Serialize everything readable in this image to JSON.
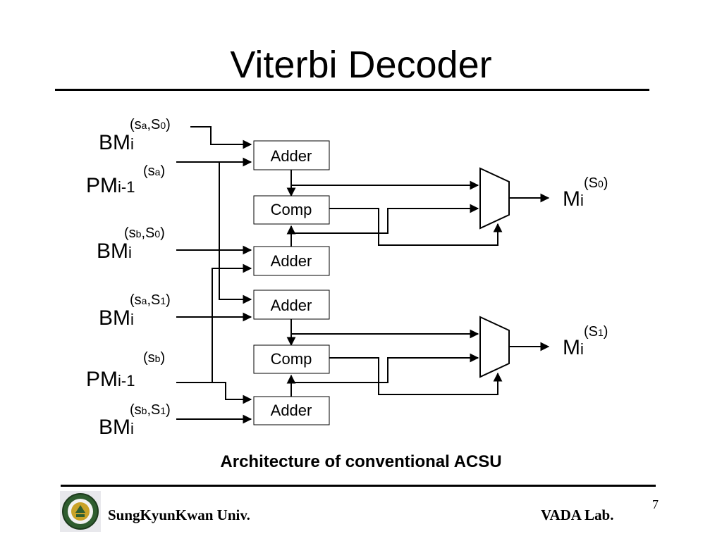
{
  "slide": {
    "title": "Viterbi Decoder",
    "caption": "Architecture of conventional ACSU",
    "page_number": "7"
  },
  "footer": {
    "left_text": "SungKyunKwan Univ.",
    "right_text": "VADA Lab."
  },
  "diagram": {
    "inputs": [
      {
        "main": "BM",
        "sub": "i",
        "sup": [
          "(s",
          "a",
          ",S",
          "0",
          ")"
        ]
      },
      {
        "main": "PM",
        "sub": "i-1",
        "sup": [
          "(s",
          "a",
          ")"
        ]
      },
      {
        "main": "BM",
        "sub": "i",
        "sup": [
          "(s",
          "b",
          ",S",
          "0",
          ")"
        ]
      },
      {
        "main": "BM",
        "sub": "i",
        "sup": [
          "(s",
          "a",
          ",S",
          "1",
          ")"
        ]
      },
      {
        "main": "PM",
        "sub": "i-1",
        "sup": [
          "(s",
          "b",
          ")"
        ]
      },
      {
        "main": "BM",
        "sub": "i",
        "sup": [
          "(s",
          "b",
          ",S",
          "1",
          ")"
        ]
      }
    ],
    "blocks": {
      "adder_1": "Adder",
      "comp_1": "Comp",
      "adder_2": "Adder",
      "adder_3": "Adder",
      "comp_2": "Comp",
      "adder_4": "Adder"
    },
    "outputs": [
      {
        "main": "M",
        "sub": "i",
        "sup": [
          "(S",
          "0",
          ")"
        ]
      },
      {
        "main": "M",
        "sub": "i",
        "sup": [
          "(S",
          "1",
          ")"
        ]
      }
    ]
  }
}
